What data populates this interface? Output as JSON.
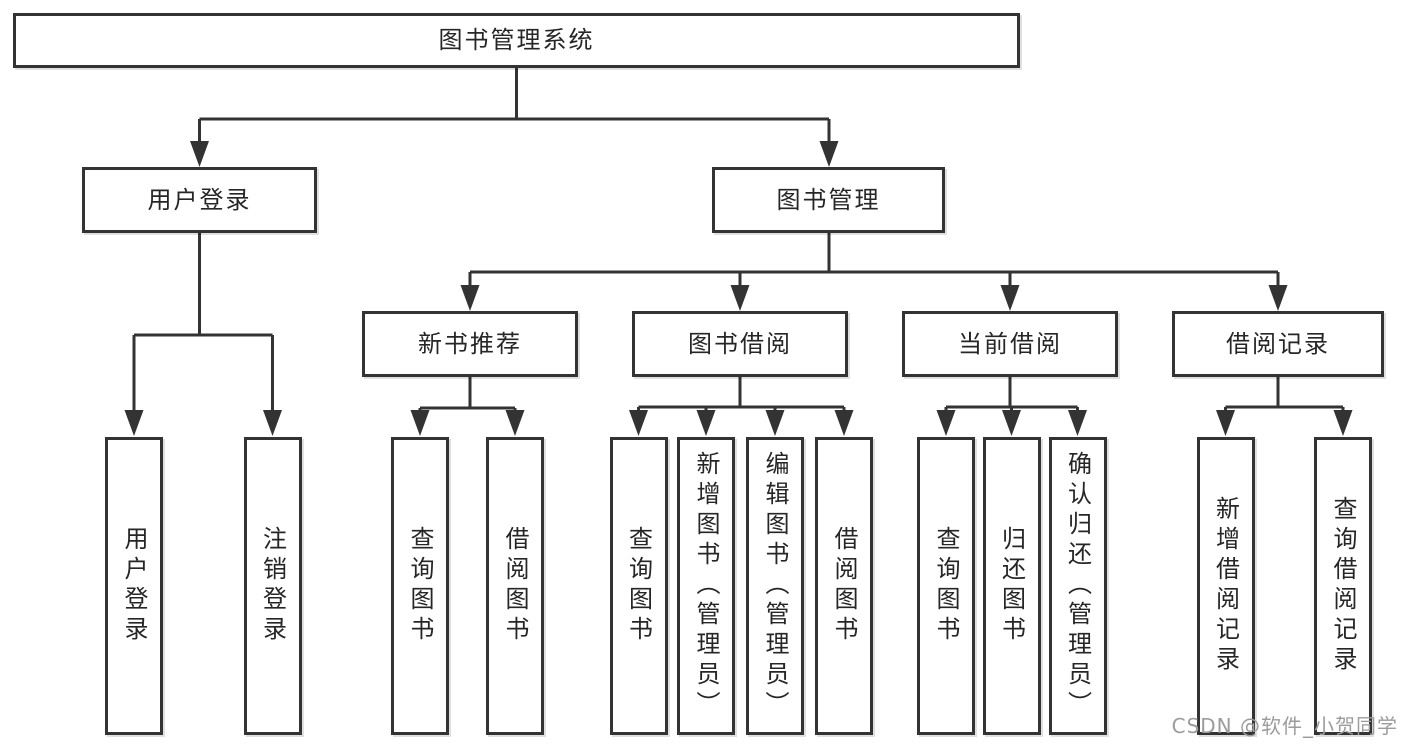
{
  "diagram": {
    "colors": {
      "background": "#ffffff",
      "line": "#333333",
      "box_border": "#333333",
      "text": "#262626",
      "watermark": "#9c9c9c"
    },
    "tree": {
      "root": {
        "label": "图书管理系统",
        "children": [
          {
            "label": "用户登录",
            "children": [
              {
                "label": "用户登录"
              },
              {
                "label": "注销登录"
              }
            ]
          },
          {
            "label": "图书管理",
            "children": [
              {
                "label": "新书推荐",
                "children": [
                  {
                    "label": "查询图书"
                  },
                  {
                    "label": "借阅图书"
                  }
                ]
              },
              {
                "label": "图书借阅",
                "children": [
                  {
                    "label": "查询图书"
                  },
                  {
                    "label": "新增图书（管理员）"
                  },
                  {
                    "label": "编辑图书（管理员）"
                  },
                  {
                    "label": "借阅图书"
                  }
                ]
              },
              {
                "label": "当前借阅",
                "children": [
                  {
                    "label": "查询图书"
                  },
                  {
                    "label": "归还图书"
                  },
                  {
                    "label": "确认归还（管理员）"
                  }
                ]
              },
              {
                "label": "借阅记录",
                "children": [
                  {
                    "label": "新增借阅记录"
                  },
                  {
                    "label": "查询借阅记录"
                  }
                ]
              }
            ]
          }
        ]
      }
    },
    "watermark": "CSDN @软件_小贺同学"
  }
}
